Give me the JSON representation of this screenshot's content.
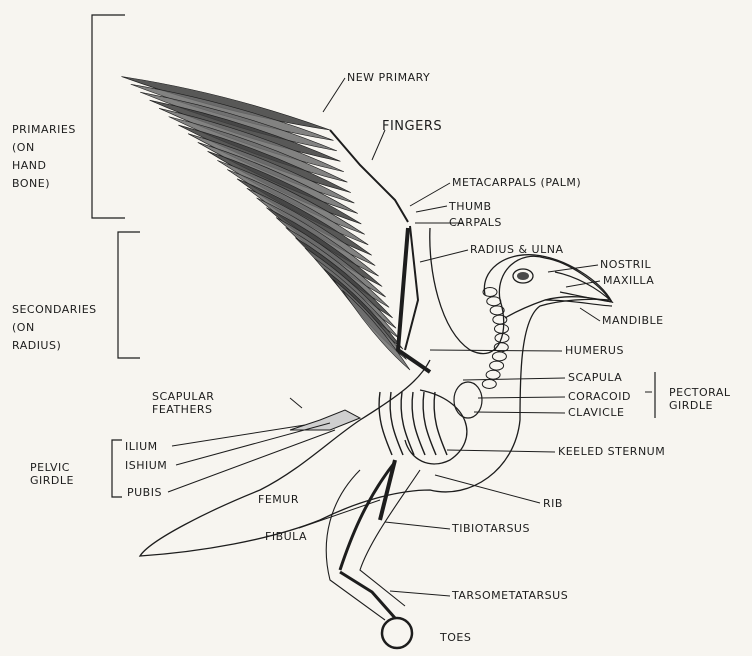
{
  "colors": {
    "ink": "#1d1d1d",
    "paper": "#f7f5f0",
    "feather_dark": "#3c3c3c",
    "feather_mid": "#6d6d6d"
  },
  "labels": {
    "new_primary": "NEW PRIMARY",
    "fingers": "FINGERS",
    "metacarpals": "METACARPALS (PALM)",
    "thumb": "THUMB",
    "carpals": "CARPALS",
    "radius_ulna": "RADIUS & ULNA",
    "nostril": "NOSTRIL",
    "maxilla": "MAXILLA",
    "mandible": "MANDIBLE",
    "humerus": "HUMERUS",
    "scapula": "SCAPULA",
    "coracoid": "CORACOID",
    "clavicle": "CLAVICLE",
    "pectoral_girdle": "PECTORAL\nGIRDLE",
    "keeled_sternum": "KEELED STERNUM",
    "rib": "RIB",
    "tibiotarsus": "TIBIOTARSUS",
    "tarsometatarsus": "TARSOMETATARSUS",
    "toes": "TOES",
    "femur": "FEMUR",
    "fibula": "FIBULA",
    "ilium": "ILIUM",
    "ishium": "ISHIUM",
    "pubis": "PUBIS",
    "pelvic_girdle": "PELVIC\nGIRDLE",
    "scapular_feathers": "SCAPULAR\nFEATHERS",
    "primaries": "PRIMARIES\n(ON\nHAND\nBONE)",
    "secondaries": "SECONDARIES\n(ON\nRADIUS)"
  }
}
